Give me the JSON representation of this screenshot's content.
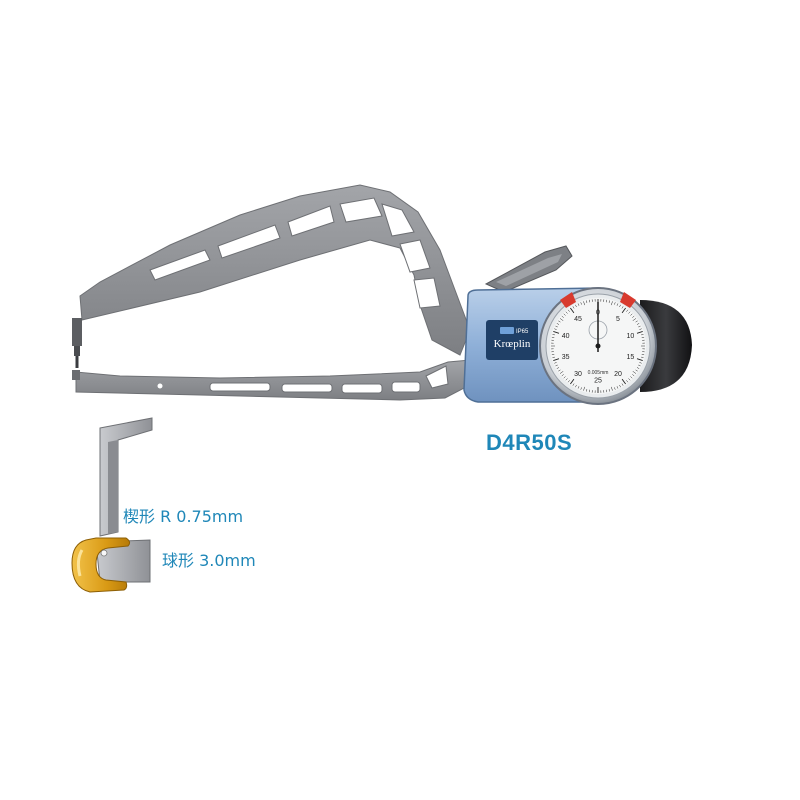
{
  "product": {
    "model": "D4R50S",
    "brand": "Krœplin",
    "badge": "IP65"
  },
  "dial": {
    "outer_numbers": [
      "0",
      "5",
      "10",
      "15",
      "20",
      "25",
      "30",
      "35",
      "40",
      "45"
    ],
    "unit_text": "0.005mm"
  },
  "tips": {
    "wedge": "楔形 R 0.75mm",
    "ball": "球形 3.0mm"
  },
  "colors": {
    "frame": "#8d8f93",
    "accent_text": "#1f87b8",
    "housing": "#8fb0d8",
    "limit_marker": "#d83a2e",
    "ball_tip": "#e0a21f"
  }
}
